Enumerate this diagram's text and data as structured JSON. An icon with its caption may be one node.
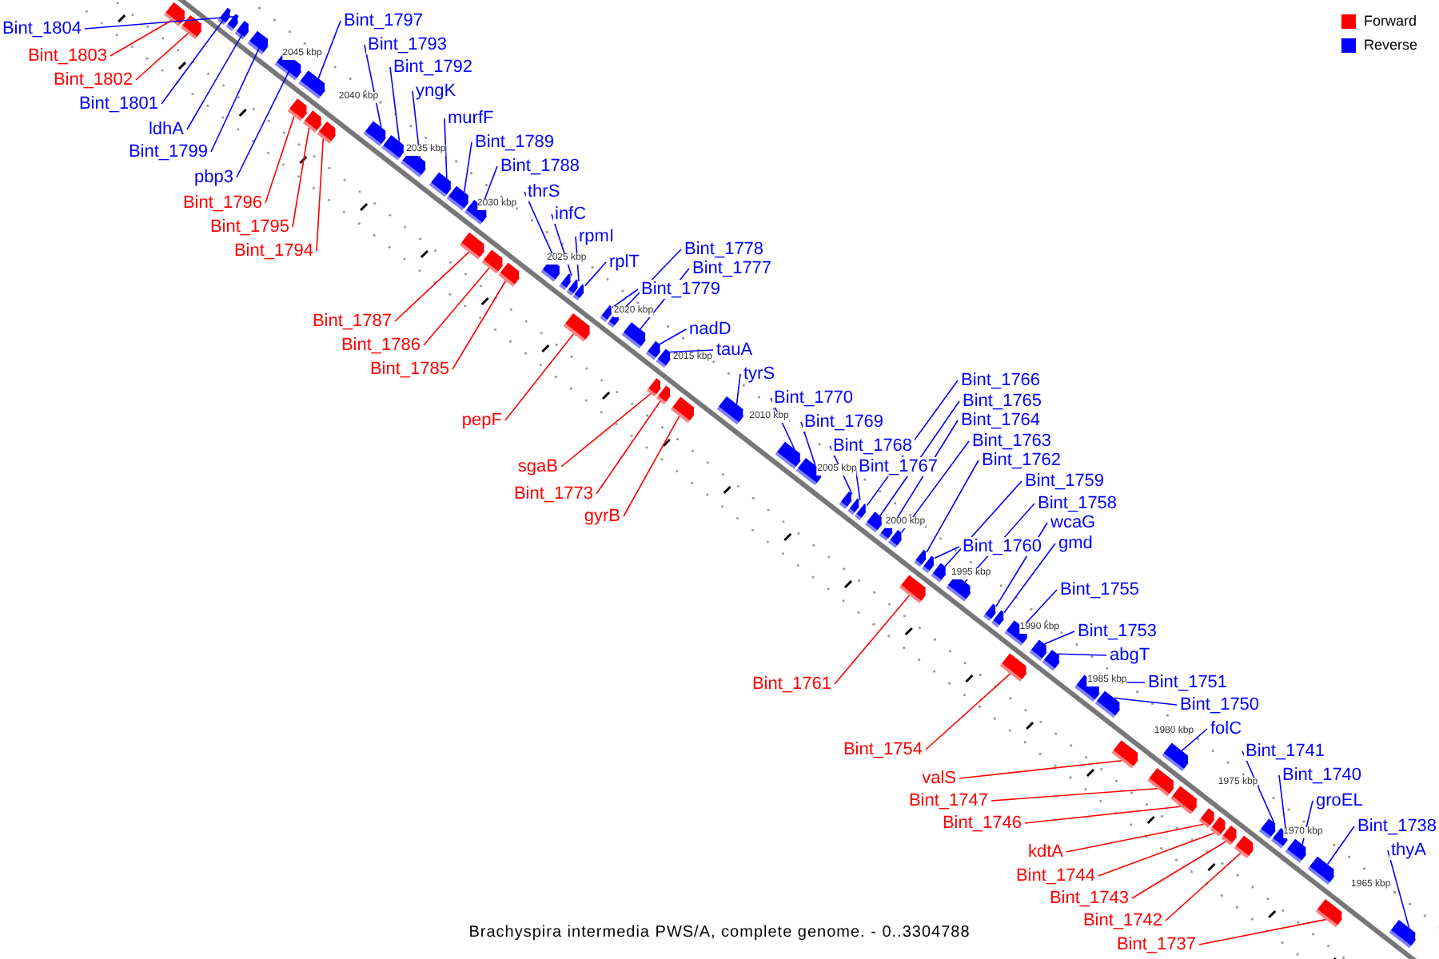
{
  "diagram": {
    "caption": "Brachyspira intermedia PWS/A, complete genome. - 0..3304788",
    "nodes": [
      {
        "text": [
          "Bint_1797"
        ]
      },
      {
        "text": [
          "Bint_1804"
        ]
      },
      {
        "text": [
          "Bint_1793"
        ]
      },
      {
        "text": [
          "Bint_1803"
        ]
      },
      {
        "text": [
          "Bint_1792"
        ]
      },
      {
        "text": [
          "Bint_1802"
        ]
      },
      {
        "text": [
          "yngK"
        ]
      },
      {
        "text": [
          "Bint_1801"
        ]
      },
      {
        "text": [
          "murfF"
        ]
      },
      {
        "text": [
          "ldhA"
        ]
      },
      {
        "text": [
          "Bint_1789"
        ]
      },
      {
        "text": [
          "Bint_1799"
        ]
      },
      {
        "text": [
          "Bint_1788"
        ]
      },
      {
        "text": [
          "pbp3"
        ]
      },
      {
        "text": [
          "thrS"
        ]
      },
      {
        "text": [
          "Bint_1796"
        ]
      },
      {
        "text": [
          "infC"
        ]
      },
      {
        "text": [
          "Bint_1795"
        ]
      },
      {
        "text": [
          "rpmI"
        ]
      },
      {
        "text": [
          "Bint_1778"
        ]
      },
      {
        "text": [
          "Bint_1794"
        ]
      },
      {
        "text": [
          "rplT"
        ]
      },
      {
        "text": [
          "Bint_1777"
        ]
      },
      {
        "text": [
          "Bint_1779"
        ]
      },
      {
        "text": [
          "Bint_1787"
        ]
      },
      {
        "text": [
          "nadD"
        ]
      },
      {
        "text": [
          "Bint_1786"
        ]
      },
      {
        "text": [
          "tauA"
        ]
      },
      {
        "text": [
          "Bint_1785"
        ]
      },
      {
        "text": [
          "tyrS"
        ]
      },
      {
        "text": [
          "Bint_1766"
        ]
      },
      {
        "text": [
          "Bint_1770"
        ]
      },
      {
        "text": [
          "Bint_1765"
        ]
      },
      {
        "text": [
          "pepF"
        ]
      },
      {
        "text": [
          "Bint_1764"
        ]
      },
      {
        "text": [
          "Bint_1769"
        ]
      },
      {
        "text": [
          "Bint_1763"
        ]
      },
      {
        "text": [
          "Bint_1768"
        ]
      },
      {
        "text": [
          "Bint_1762"
        ]
      },
      {
        "text": [
          "sgaB"
        ]
      },
      {
        "text": [
          "Bint_1767"
        ]
      },
      {
        "text": [
          "Bint_1759"
        ]
      },
      {
        "text": [
          "Bint_1773"
        ]
      },
      {
        "text": [
          "Bint_1758"
        ]
      },
      {
        "text": [
          "gyrB"
        ]
      },
      {
        "text": [
          "wcaG"
        ]
      },
      {
        "text": [
          "gmd"
        ]
      },
      {
        "text": [
          "Bint_1760"
        ]
      },
      {
        "text": [
          "Bint_1755"
        ]
      },
      {
        "text": [
          "Bint_1753"
        ]
      },
      {
        "text": [
          "abgT"
        ]
      },
      {
        "text": [
          "Bint_1761"
        ]
      },
      {
        "text": [
          "Bint_1751"
        ]
      },
      {
        "text": [
          "Bint_1750"
        ]
      },
      {
        "text": [
          "folC"
        ]
      },
      {
        "text": [
          "Bint_1754"
        ]
      },
      {
        "text": [
          "Bint_1741"
        ]
      },
      {
        "text": [
          "Bint_1740"
        ]
      },
      {
        "text": [
          "valS"
        ]
      },
      {
        "text": [
          "groEL"
        ]
      },
      {
        "text": [
          "Bint_1747"
        ]
      },
      {
        "text": [
          "Bint_1746"
        ]
      },
      {
        "text": [
          "Bint_1738"
        ]
      },
      {
        "text": [
          "thyA"
        ]
      },
      {
        "text": [
          "kdtA"
        ]
      },
      {
        "text": [
          "Bint_1744"
        ]
      },
      {
        "text": [
          "Bint_1743"
        ]
      },
      {
        "text": [
          "Bint_1742"
        ]
      },
      {
        "text": [
          "Bint_1737"
        ]
      },
      {
        "text": [],
        "shape": "bar"
      },
      {
        "text": [],
        "shape": "bar"
      },
      {
        "text": [],
        "shape": "bar"
      },
      {
        "text": [],
        "shape": "bar"
      },
      {
        "text": [],
        "shape": "bar"
      },
      {
        "text": [],
        "shape": "bar"
      },
      {
        "text": [],
        "shape": "bar"
      },
      {
        "text": [],
        "shape": "bar"
      },
      {
        "text": [],
        "shape": "bar"
      },
      {
        "text": [],
        "shape": "bar"
      },
      {
        "text": [],
        "shape": "bar"
      },
      {
        "text": [],
        "shape": "bar"
      },
      {
        "text": [],
        "shape": "bar"
      },
      {
        "text": [],
        "shape": "bar"
      },
      {
        "text": [],
        "shape": "bar"
      },
      {
        "text": [],
        "shape": "bar"
      },
      {
        "text": [],
        "shape": "bar"
      },
      {
        "text": [],
        "shape": "bar"
      },
      {
        "text": [],
        "shape": "bar"
      },
      {
        "text": [],
        "shape": "bar"
      },
      {
        "text": [],
        "shape": "bar"
      },
      {
        "text": [],
        "shape": "bar"
      },
      {
        "text": [],
        "shape": "bar"
      },
      {
        "text": [],
        "shape": "bar"
      },
      {
        "text": [],
        "shape": "bar"
      },
      {
        "text": [],
        "shape": "bar"
      },
      {
        "text": [],
        "shape": "bar"
      },
      {
        "text": [],
        "shape": "bar"
      },
      {
        "text": [],
        "shape": "bar"
      },
      {
        "text": [],
        "shape": "bar"
      },
      {
        "text": [],
        "shape": "bar"
      },
      {
        "text": [],
        "shape": "bar"
      },
      {
        "text": [],
        "shape": "bar"
      },
      {
        "text": [],
        "shape": "bar"
      },
      {
        "text": [],
        "shape": "bar"
      },
      {
        "text": [],
        "shape": "bar"
      },
      {
        "text": [],
        "shape": "bar"
      },
      {
        "text": [],
        "shape": "bar"
      },
      {
        "text": [],
        "shape": "bar"
      },
      {
        "text": [],
        "shape": "bar"
      },
      {
        "text": [],
        "shape": "bar"
      },
      {
        "text": [],
        "shape": "bar"
      },
      {
        "text": [],
        "shape": "bar"
      },
      {
        "text": [],
        "shape": "bar"
      },
      {
        "text": [],
        "shape": "bar"
      },
      {
        "text": [],
        "shape": "bar"
      },
      {
        "text": [],
        "shape": "bar"
      },
      {
        "text": [],
        "shape": "bar"
      },
      {
        "text": [],
        "shape": "bar"
      },
      {
        "text": [],
        "shape": "bar"
      },
      {
        "text": [],
        "shape": "bar"
      },
      {
        "text": [],
        "shape": "bar"
      },
      {
        "text": [],
        "shape": "bar"
      },
      {
        "text": [],
        "shape": "bar"
      },
      {
        "text": [],
        "shape": "bar"
      },
      {
        "text": [],
        "shape": "bar"
      },
      {
        "text": [],
        "shape": "bar"
      },
      {
        "text": [],
        "shape": "bar"
      },
      {
        "text": [],
        "shape": "bar"
      },
      {
        "text": [],
        "shape": "bar"
      },
      {
        "text": [],
        "shape": "bar"
      },
      {
        "text": [],
        "shape": "bar"
      },
      {
        "text": [],
        "shape": "bar"
      },
      {
        "text": [],
        "shape": "bar"
      },
      {
        "text": [],
        "shape": "bar"
      },
      {
        "text": [],
        "shape": "bar"
      },
      {
        "text": [],
        "shape": "bar"
      },
      {
        "text": [],
        "shape": "bar"
      },
      {
        "text": [],
        "shape": "bar"
      }
    ],
    "edges": [
      {
        "from": 0,
        "to": 76,
        "arrow": "none"
      },
      {
        "from": 1,
        "to": 69,
        "arrow": "none"
      },
      {
        "from": 2,
        "to": 80,
        "arrow": "none"
      },
      {
        "from": 3,
        "to": 70,
        "arrow": "none",
        "color": "#ff0000"
      },
      {
        "from": 4,
        "to": 81,
        "arrow": "none"
      },
      {
        "from": 5,
        "to": 71,
        "arrow": "none",
        "color": "#ff0000"
      },
      {
        "from": 6,
        "to": 82,
        "arrow": "none"
      },
      {
        "from": 7,
        "to": 72,
        "arrow": "none"
      },
      {
        "from": 8,
        "to": 83,
        "arrow": "none"
      },
      {
        "from": 9,
        "to": 73,
        "arrow": "none"
      },
      {
        "from": 10,
        "to": 84,
        "arrow": "none"
      },
      {
        "from": 11,
        "to": 74,
        "arrow": "none"
      },
      {
        "from": 12,
        "to": 85,
        "arrow": "none"
      },
      {
        "from": 13,
        "to": 75,
        "arrow": "none"
      },
      {
        "from": 14,
        "to": 89,
        "arrow": "none"
      },
      {
        "from": 15,
        "to": 77,
        "arrow": "none",
        "color": "#ff0000"
      },
      {
        "from": 16,
        "to": 90,
        "arrow": "none"
      },
      {
        "from": 17,
        "to": 78,
        "arrow": "none",
        "color": "#ff0000"
      },
      {
        "from": 18,
        "to": 91,
        "arrow": "none"
      },
      {
        "from": 19,
        "to": 95,
        "arrow": "none"
      },
      {
        "from": 20,
        "to": 79,
        "arrow": "none",
        "color": "#ff0000"
      },
      {
        "from": 21,
        "to": 92,
        "arrow": "none"
      },
      {
        "from": 22,
        "to": 96,
        "arrow": "none"
      },
      {
        "from": 23,
        "to": 94,
        "arrow": "none"
      },
      {
        "from": 24,
        "to": 86,
        "arrow": "none",
        "color": "#ff0000"
      },
      {
        "from": 25,
        "to": 97,
        "arrow": "none"
      },
      {
        "from": 26,
        "to": 87,
        "arrow": "none",
        "color": "#ff0000"
      },
      {
        "from": 27,
        "to": 98,
        "arrow": "none"
      },
      {
        "from": 28,
        "to": 88,
        "arrow": "none",
        "color": "#ff0000"
      },
      {
        "from": 29,
        "to": 102,
        "arrow": "none"
      },
      {
        "from": 30,
        "to": 107,
        "arrow": "none"
      },
      {
        "from": 31,
        "to": 103,
        "arrow": "none"
      },
      {
        "from": 32,
        "to": 108,
        "arrow": "none"
      },
      {
        "from": 33,
        "to": 93,
        "arrow": "none",
        "color": "#ff0000"
      },
      {
        "from": 34,
        "to": 109,
        "arrow": "none"
      },
      {
        "from": 35,
        "to": 104,
        "arrow": "none"
      },
      {
        "from": 36,
        "to": 110,
        "arrow": "none"
      },
      {
        "from": 37,
        "to": 105,
        "arrow": "none"
      },
      {
        "from": 38,
        "to": 111,
        "arrow": "none"
      },
      {
        "from": 39,
        "to": 99,
        "arrow": "none",
        "color": "#ff0000"
      },
      {
        "from": 40,
        "to": 106,
        "arrow": "none"
      },
      {
        "from": 41,
        "to": 114,
        "arrow": "none"
      },
      {
        "from": 42,
        "to": 100,
        "arrow": "none",
        "color": "#ff0000"
      },
      {
        "from": 43,
        "to": 115,
        "arrow": "none"
      },
      {
        "from": 44,
        "to": 101,
        "arrow": "none",
        "color": "#ff0000"
      },
      {
        "from": 45,
        "to": 116,
        "arrow": "none"
      },
      {
        "from": 46,
        "to": 117,
        "arrow": "none"
      },
      {
        "from": 47,
        "to": 112,
        "arrow": "none"
      },
      {
        "from": 48,
        "to": 118,
        "arrow": "none"
      },
      {
        "from": 49,
        "to": 120,
        "arrow": "none"
      },
      {
        "from": 50,
        "to": 121,
        "arrow": "none"
      },
      {
        "from": 51,
        "to": 113,
        "arrow": "none",
        "color": "#ff0000"
      },
      {
        "from": 52,
        "to": 122,
        "arrow": "none"
      },
      {
        "from": 53,
        "to": 123,
        "arrow": "none"
      },
      {
        "from": 54,
        "to": 125,
        "arrow": "none"
      },
      {
        "from": 55,
        "to": 119,
        "arrow": "none",
        "color": "#ff0000"
      },
      {
        "from": 56,
        "to": 132,
        "arrow": "none"
      },
      {
        "from": 57,
        "to": 133,
        "arrow": "none"
      },
      {
        "from": 58,
        "to": 124,
        "arrow": "none",
        "color": "#ff0000"
      },
      {
        "from": 59,
        "to": 134,
        "arrow": "none"
      },
      {
        "from": 60,
        "to": 126,
        "arrow": "none",
        "color": "#ff0000"
      },
      {
        "from": 61,
        "to": 127,
        "arrow": "none",
        "color": "#ff0000"
      },
      {
        "from": 62,
        "to": 135,
        "arrow": "none"
      },
      {
        "from": 63,
        "to": 137,
        "arrow": "none"
      },
      {
        "from": 64,
        "to": 128,
        "arrow": "none",
        "color": "#ff0000"
      },
      {
        "from": 65,
        "to": 129,
        "arrow": "none",
        "color": "#ff0000"
      },
      {
        "from": 66,
        "to": 130,
        "arrow": "none",
        "color": "#ff0000"
      },
      {
        "from": 67,
        "to": 131,
        "arrow": "none",
        "color": "#ff0000"
      },
      {
        "from": 68,
        "to": 136,
        "arrow": "none",
        "color": "#ff0000"
      }
    ],
    "labels": [
      "2045 kbp",
      "2040 kbp",
      "2035 kbp",
      "2030 kbp",
      "2025 kbp",
      "2020 kbp",
      "2015 kbp",
      "2010 kbp",
      "2005 kbp",
      "2000 kbp",
      "1995 kbp",
      "1990 kbp",
      "1985 kbp",
      "1980 kbp",
      "1975 kbp",
      "1970 kbp",
      "1965 kbp"
    ],
    "legend": [
      {
        "text": "Forward",
        "color": "#ff0000"
      },
      {
        "text": "Reverse",
        "color": "#0000ff"
      }
    ]
  }
}
